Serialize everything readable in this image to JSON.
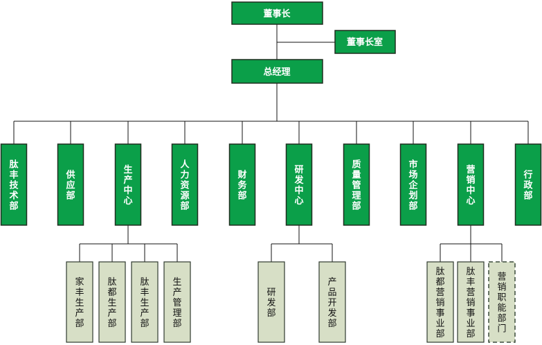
{
  "top": {
    "chairman": "董事长",
    "chairman_office": "董事长室",
    "general_manager": "总经理"
  },
  "departments": [
    "肽丰技术部",
    "供应部",
    "生产中心",
    "人力资源部",
    "财务部",
    "研发中心",
    "质量管理部",
    "市场企划部",
    "营销中心",
    "行政部"
  ],
  "production_units": [
    "家丰生产部",
    "肽都生产部",
    "肽丰生产部",
    "生产管理部"
  ],
  "rd_units": [
    "研发部",
    "产品开发部"
  ],
  "marketing_units": [
    "肽都营销事业部",
    "肽丰营销事业部",
    "营销职能部门"
  ],
  "colors": {
    "primary_box": "#0b9f49",
    "sub_box": "#d7dfc6"
  }
}
